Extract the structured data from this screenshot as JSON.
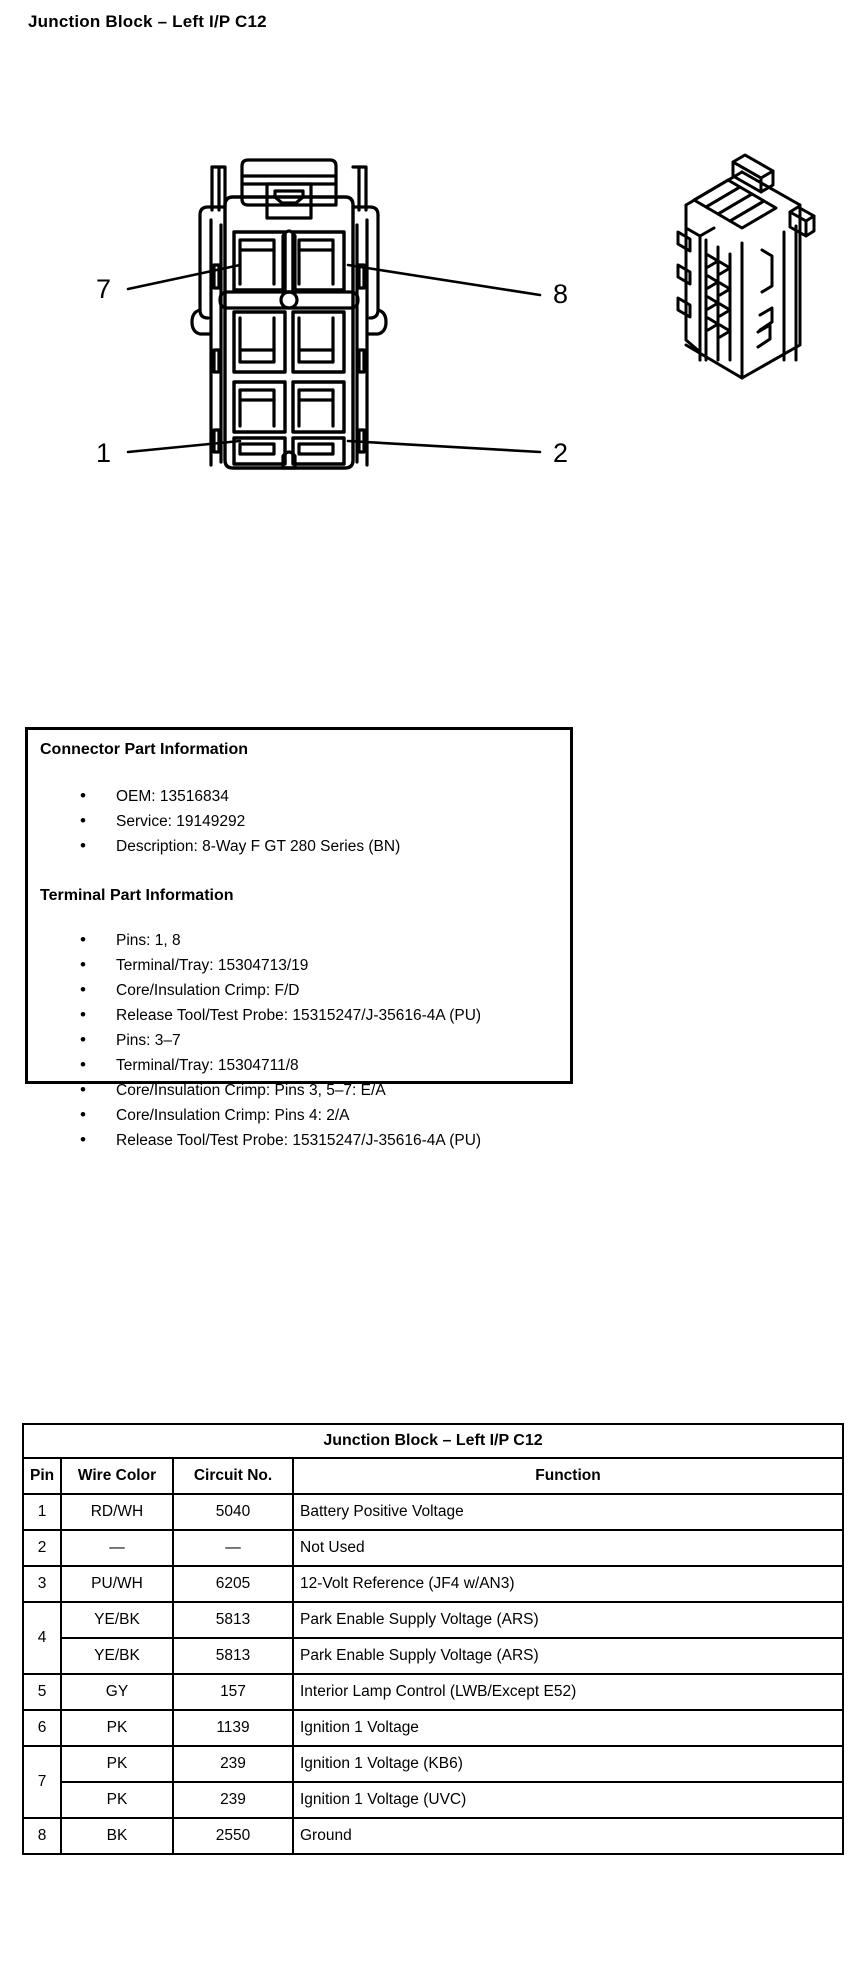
{
  "page": {
    "title": "Junction Block – Left I/P C12"
  },
  "diagram": {
    "name": "connector-face-view",
    "callouts": [
      {
        "id": "callout-7",
        "label": "7"
      },
      {
        "id": "callout-8",
        "label": "8"
      },
      {
        "id": "callout-1",
        "label": "1"
      },
      {
        "id": "callout-2",
        "label": "2"
      }
    ],
    "iso_view_name": "connector-isometric-view"
  },
  "info_box": {
    "connector_heading": "Connector Part Information",
    "connector_items": [
      "OEM: 13516834",
      "Service: 19149292",
      "Description: 8-Way F GT 280 Series (BN)"
    ],
    "terminal_heading": "Terminal Part Information",
    "terminal_group_1": [
      "Pins: 1, 8",
      "Terminal/Tray: 15304713/19",
      "Core/Insulation Crimp: F/D",
      "Release Tool/Test Probe: 15315247/J-35616-4A (PU)"
    ],
    "terminal_group_2": [
      "Pins: 3–7",
      "Terminal/Tray: 15304711/8",
      "Core/Insulation Crimp: Pins 3, 5–7: E/A",
      "Core/Insulation Crimp: Pins 4: 2/A",
      "Release Tool/Test Probe: 15315247/J-35616-4A (PU)"
    ]
  },
  "pin_table": {
    "title": "Junction Block – Left I/P C12",
    "columns": [
      "Pin",
      "Wire Color",
      "Circuit No.",
      "Function"
    ],
    "rows": [
      {
        "pin": "1",
        "sub": [
          {
            "color": "RD/WH",
            "circuit": "5040",
            "function": "Battery Positive Voltage"
          }
        ]
      },
      {
        "pin": "2",
        "sub": [
          {
            "color": "—",
            "circuit": "—",
            "function": "Not Used"
          }
        ]
      },
      {
        "pin": "3",
        "sub": [
          {
            "color": "PU/WH",
            "circuit": "6205",
            "function": "12-Volt Reference (JF4 w/AN3)"
          }
        ]
      },
      {
        "pin": "4",
        "sub": [
          {
            "color": "YE/BK",
            "circuit": "5813",
            "function": "Park Enable Supply Voltage (ARS)"
          },
          {
            "color": "YE/BK",
            "circuit": "5813",
            "function": "Park Enable Supply Voltage (ARS)"
          }
        ]
      },
      {
        "pin": "5",
        "sub": [
          {
            "color": "GY",
            "circuit": "157",
            "function": "Interior Lamp Control (LWB/Except E52)"
          }
        ]
      },
      {
        "pin": "6",
        "sub": [
          {
            "color": "PK",
            "circuit": "1139",
            "function": "Ignition 1 Voltage"
          }
        ]
      },
      {
        "pin": "7",
        "sub": [
          {
            "color": "PK",
            "circuit": "239",
            "function": "Ignition 1 Voltage (KB6)"
          },
          {
            "color": "PK",
            "circuit": "239",
            "function": "Ignition 1 Voltage (UVC)"
          }
        ]
      },
      {
        "pin": "8",
        "sub": [
          {
            "color": "BK",
            "circuit": "2550",
            "function": "Ground"
          }
        ]
      }
    ]
  },
  "colors": {
    "ink": "#000000",
    "paper": "#ffffff"
  }
}
